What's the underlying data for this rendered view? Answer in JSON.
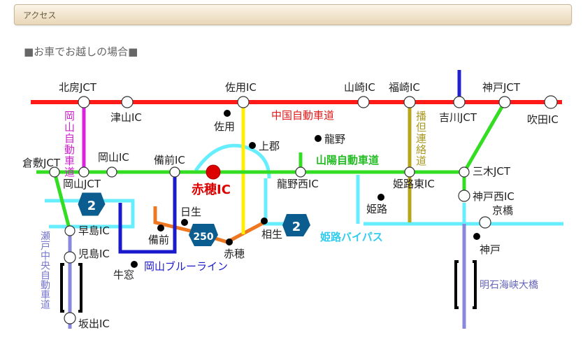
{
  "header": {
    "title": "アクセス"
  },
  "section": {
    "subtitle": "■お車でお越しの場合■"
  },
  "colors": {
    "chugoku": "#ff1a1a",
    "sanyo": "#33dd22",
    "okayama": "#dd22dd",
    "banshu": "#b7a51a",
    "ako_line": "#ffee00",
    "bypass": "#66eeff",
    "blue_line": "#1a1acc",
    "orange_road": "#ee7722",
    "seto_chuo": "#8888dd",
    "akashi": "#8888dd",
    "kobe_line": "#2222cc",
    "interchange_fill": "#ffffff",
    "akou_ic": "#dd0000"
  },
  "road_labels": {
    "chugoku": "中国自動車道",
    "sanyo": "山陽自動車道",
    "okayama_v": "岡山自動車道",
    "banshu_v": "播但連絡道",
    "seto_chuo_v": "瀬戸中央自動車道",
    "bypass": "姫路バイパス",
    "blue_line": "岡山ブルーライン",
    "akashi": "明石海峡大橋"
  },
  "route_shields": {
    "r2_left": "2",
    "r250": "250",
    "r2_right": "2"
  },
  "interchanges": {
    "kitafusa": "北房JCT",
    "tsuyama": "津山IC",
    "sayo_ic": "佐用IC",
    "yamasaki": "山崎IC",
    "fukusaki": "福崎IC",
    "yokawa": "吉川JCT",
    "kobe_jct": "神戸JCT",
    "suita": "吹田IC",
    "kurashiki": "倉敷JCT",
    "okayama_ic": "岡山IC",
    "okayama_jct": "岡山JCT",
    "bizen_ic": "備前IC",
    "ako_ic": "赤穂IC",
    "tatsuno_nishi": "龍野西IC",
    "himeji_higashi": "姫路東IC",
    "miki": "三木JCT",
    "kobe_nishi": "神戸西IC",
    "hayashima": "早島IC",
    "kojima": "児島IC",
    "sakaide": "坂出IC"
  },
  "places": {
    "sayo": "佐用",
    "kamigori": "上郡",
    "tatsuno": "龍野",
    "himeji": "姫路",
    "hinase": "日生",
    "bizen": "備前",
    "ushimado": "牛窓",
    "ako": "赤穂",
    "aioi": "相生",
    "kyobashi": "京橋",
    "kobe": "神戸"
  }
}
